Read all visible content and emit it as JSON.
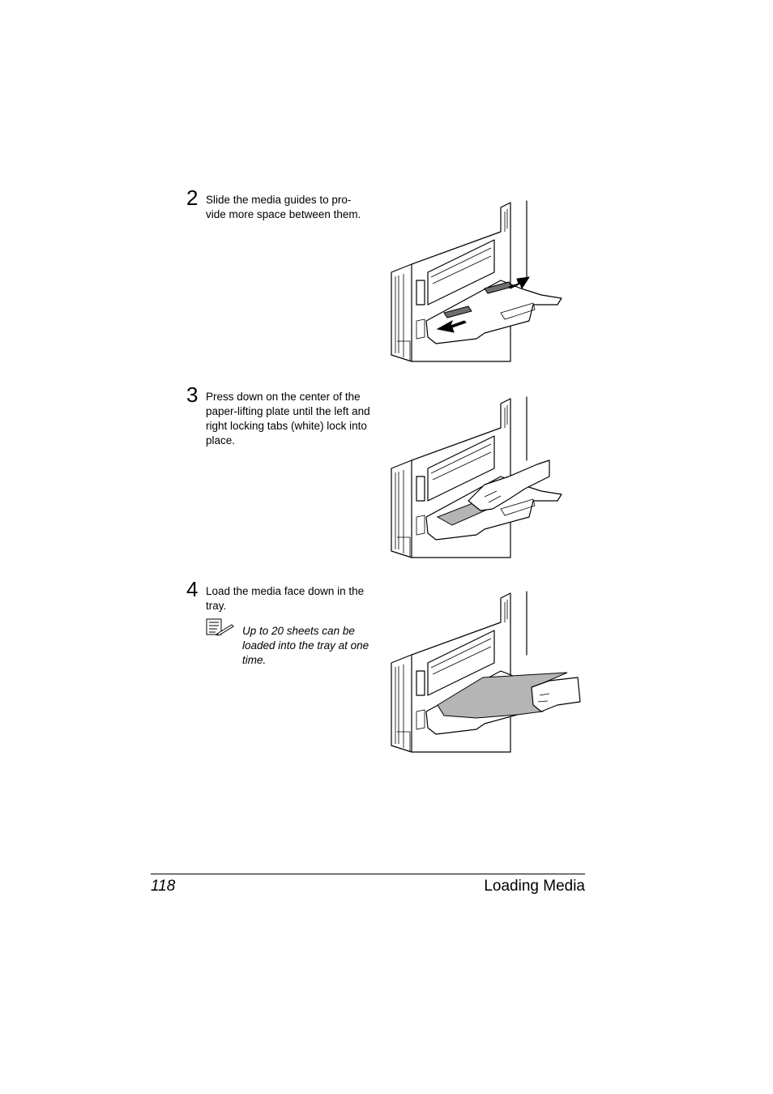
{
  "steps": [
    {
      "number": "2",
      "text": "Slide the media guides to pro-\nvide more space between them."
    },
    {
      "number": "3",
      "text": "Press down on the center of the paper-lifting plate until the left and right locking tabs (white) lock into place."
    },
    {
      "number": "4",
      "text": "Load the media face down in the tray."
    }
  ],
  "note": {
    "icon": "note-pencil-icon",
    "text": "Up to 20 sheets can be loaded into the tray at one time."
  },
  "footer": {
    "page_number": "118",
    "section_title": "Loading Media"
  }
}
